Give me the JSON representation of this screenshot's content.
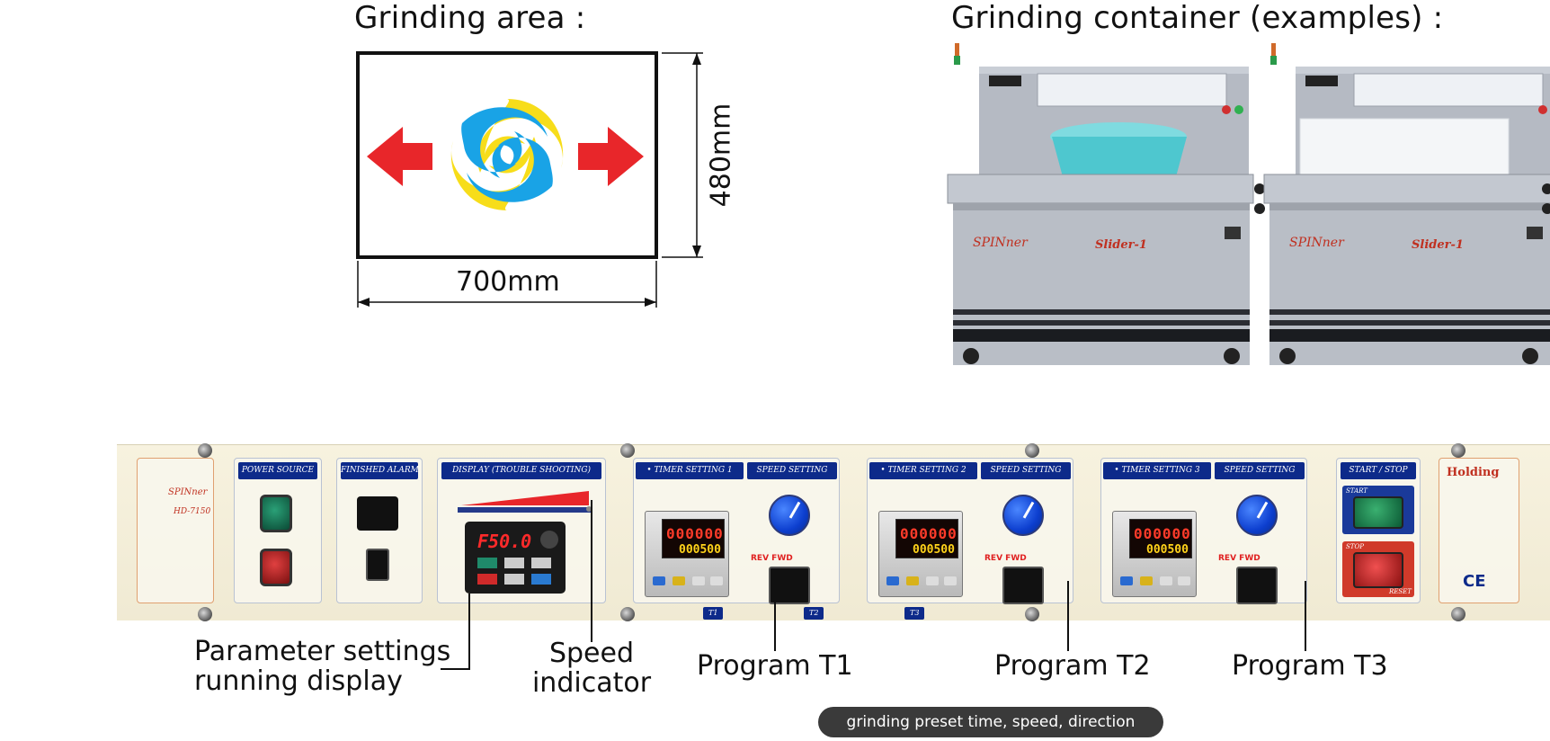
{
  "headings": {
    "grinding_area": "Grinding area :",
    "grinding_container": "Grinding container (examples) :"
  },
  "dimensions": {
    "width_label": "700mm",
    "height_label": "480mm"
  },
  "machine": {
    "brand": "SPINner",
    "model_label": "Slider-1"
  },
  "panel": {
    "model": "HD-7150",
    "brand_logo": "Holding",
    "ce_mark": "CE",
    "sections": {
      "power": "POWER SOURCE",
      "alarm": "FINISHED ALARM",
      "display": "DISPLAY (TROUBLE SHOOTING)",
      "timer1": "• TIMER SETTING   1",
      "speed1": "SPEED SETTING",
      "timer2": "• TIMER SETTING   2",
      "speed2": "SPEED SETTING",
      "timer3": "• TIMER SETTING   3",
      "speed3": "SPEED SETTING",
      "start_stop": "START / STOP"
    },
    "inverter_display": "F50.0",
    "timer_main": "000000",
    "timer_preset": "000500",
    "rev_fwd": "REV   FWD",
    "start": "START",
    "stop": "STOP",
    "reset": "RESET",
    "t1": "T1",
    "t2": "T2",
    "t3": "T3"
  },
  "callouts": {
    "param_line1": "Parameter settings",
    "param_line2": "running display",
    "speed_line1": "Speed",
    "speed_line2": "indicator",
    "program_t1": "Program T1",
    "program_t2": "Program T2",
    "program_t3": "Program T3"
  },
  "footer_pill": "grinding preset time, speed,  direction",
  "colors": {
    "panel_navy": "#0d2a8a",
    "arrow_red": "#e8262a",
    "swirl_blue": "#19a3e6",
    "swirl_yellow": "#f7dd1a"
  }
}
